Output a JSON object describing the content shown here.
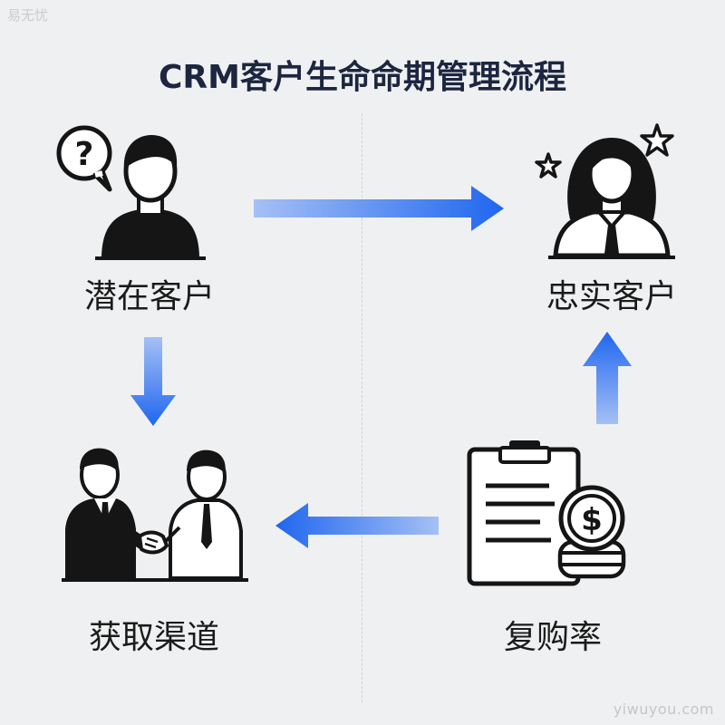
{
  "watermark": {
    "top_left": "易无忧",
    "bottom_right": "yiwuyou.com"
  },
  "title": "CRM客户生命命期管理流程",
  "nodes": {
    "potential": {
      "label": "潜在客户",
      "icon": "question-bubble-person-icon"
    },
    "loyal": {
      "label": "忠实客户",
      "icon": "woman-stars-icon"
    },
    "acquisition": {
      "label": "获取渠道",
      "icon": "handshake-icon"
    },
    "repurchase": {
      "label": "复购率",
      "icon": "clipboard-coins-icon"
    }
  },
  "colors": {
    "arrow_start": "#93b4f3",
    "arrow_end": "#1f66ef",
    "ink": "#151515",
    "title": "#1d2640",
    "background": "#eff0f1"
  }
}
